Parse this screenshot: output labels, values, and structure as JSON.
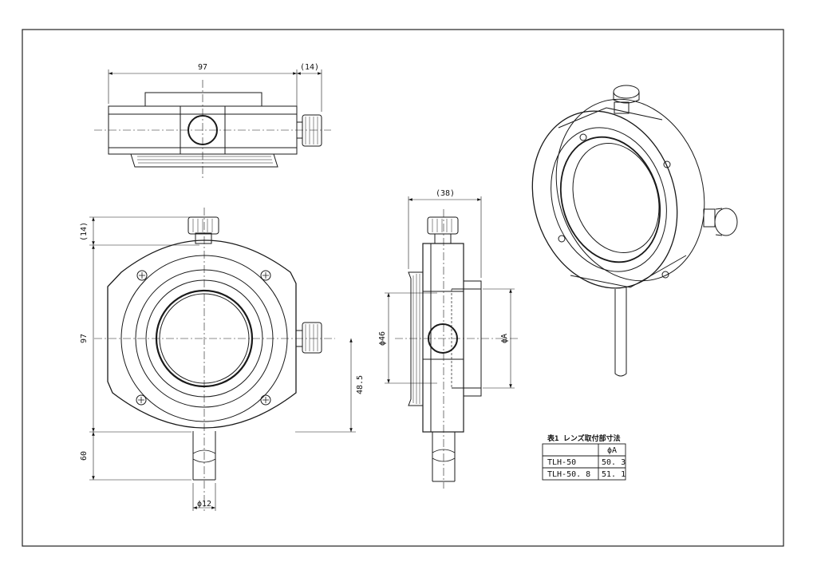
{
  "dimensions": {
    "top_width": "97",
    "top_knob": "(14)",
    "front_knob": "(14)",
    "front_height": "97",
    "front_center_to_bottom": "48.5",
    "front_post_length": "60",
    "front_post_dia": "ϕ12",
    "side_depth": "(38)",
    "side_dia_left": "ϕ46",
    "side_dia_right": "ϕA"
  },
  "table": {
    "title": "表1 レンズ取付部寸法",
    "header": "ϕA",
    "rows": [
      {
        "model": "TLH-50",
        "value": "50. 3"
      },
      {
        "model": "TLH-50. 8",
        "value": "51. 1"
      }
    ]
  },
  "colors": {
    "line": "#1a1a1a",
    "paper": "#ffffff"
  }
}
